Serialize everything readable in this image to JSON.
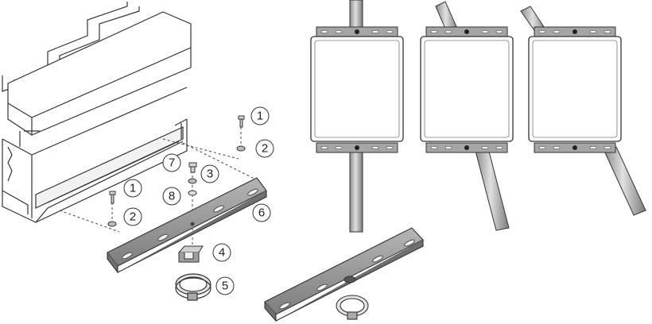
{
  "callouts": [
    {
      "id": "c1a",
      "text": "1"
    },
    {
      "id": "c2a",
      "text": "2"
    },
    {
      "id": "c7",
      "text": "7"
    },
    {
      "id": "c3",
      "text": "3"
    },
    {
      "id": "c8",
      "text": "8"
    },
    {
      "id": "c1b",
      "text": "1"
    },
    {
      "id": "c2b",
      "text": "2"
    },
    {
      "id": "c6",
      "text": "6"
    },
    {
      "id": "c4",
      "text": "4"
    },
    {
      "id": "c5",
      "text": "5"
    }
  ],
  "colors": {
    "line": "#333333",
    "metal": "#9a9a9a",
    "metal_dark": "#6f6f6f",
    "pole": "#bdbdbd",
    "panel": "#ffffff"
  }
}
